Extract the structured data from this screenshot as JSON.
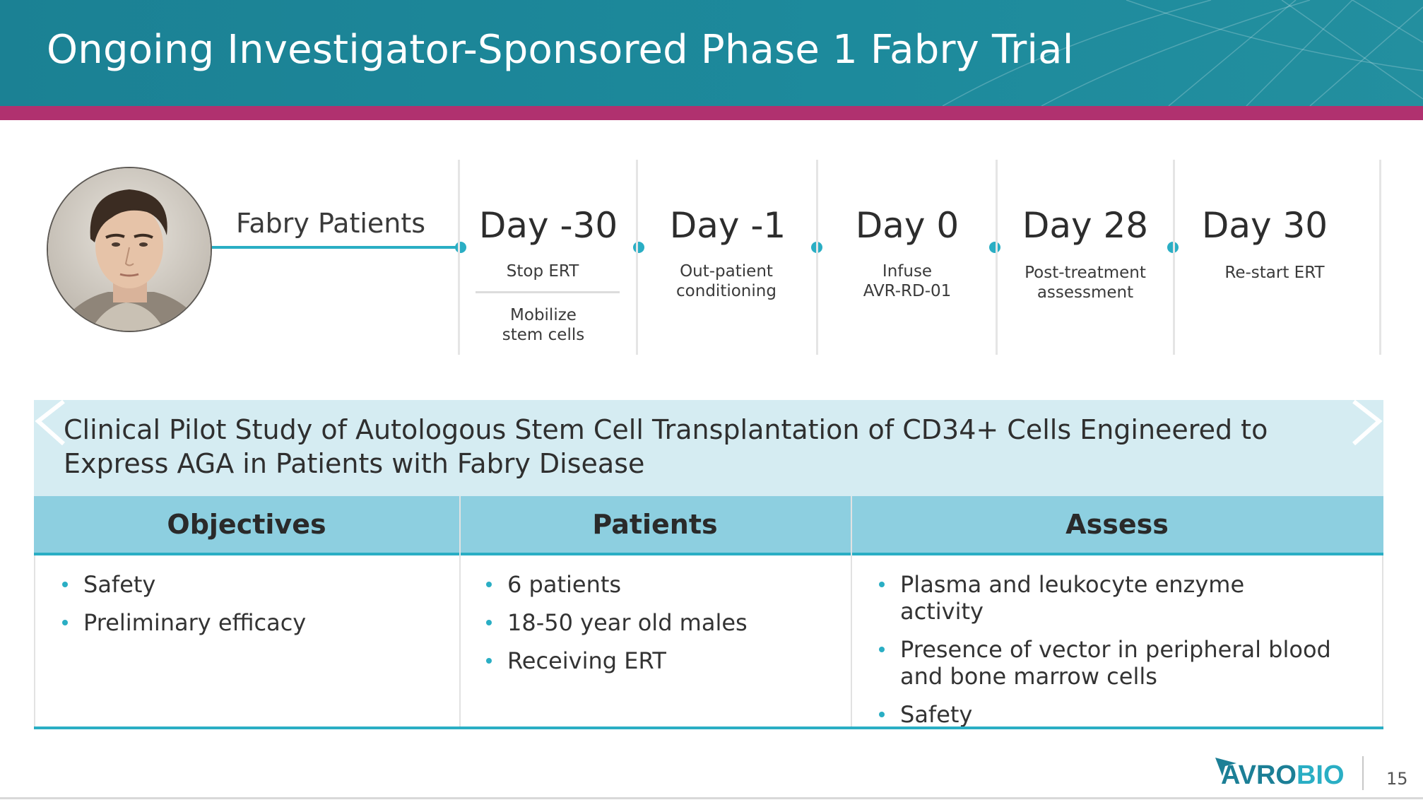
{
  "header": {
    "title": "Ongoing Investigator-Sponsored Phase 1 Fabry Trial"
  },
  "timeline": {
    "start_label": "Fabry Patients",
    "steps": [
      {
        "day": "Day -30",
        "text": "Stop ERT",
        "text2": "Mobilize\nstem cells"
      },
      {
        "day": "Day -1",
        "text": "Out-patient\nconditioning"
      },
      {
        "day": "Day 0",
        "text": "Infuse\nAVR-RD-01"
      },
      {
        "day": "Day 28",
        "text": "Post-treatment\nassessment"
      },
      {
        "day": "Day 30",
        "text": "Re-start ERT"
      }
    ]
  },
  "study": {
    "title": "Clinical Pilot Study of Autologous Stem Cell Transplantation of CD34+ Cells Engineered to Express AGA in Patients with Fabry Disease"
  },
  "table": {
    "headers": [
      "Objectives",
      "Patients",
      "Assess"
    ],
    "columns": [
      [
        "Safety",
        "Preliminary efficacy"
      ],
      [
        "6 patients",
        "18-50 year old males",
        "Receiving ERT"
      ],
      [
        "Plasma and leukocyte enzyme activity",
        "Presence of vector in peripheral blood and bone marrow cells",
        "Safety"
      ]
    ]
  },
  "footer": {
    "logo_a": "AVRO",
    "logo_b": "BIO",
    "page_number": "15"
  },
  "colors": {
    "header_teal": "#1b8194",
    "accent_magenta": "#b0316f",
    "accent_cyan": "#2aaec4",
    "table_header": "#8dcfe0",
    "banner_bg": "#d5ecf2"
  }
}
